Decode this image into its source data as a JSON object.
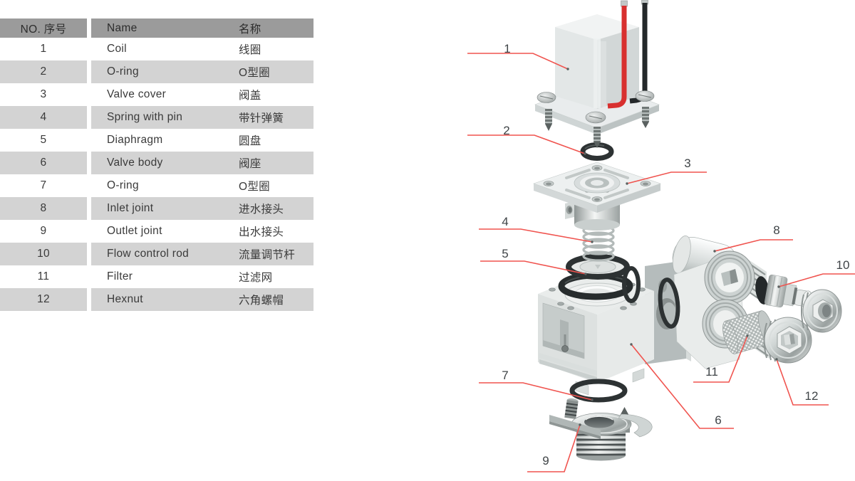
{
  "table": {
    "headers": {
      "no": "NO. 序号",
      "name": "Name",
      "cn": "名称"
    },
    "rows": [
      {
        "no": "1",
        "name": "Coil",
        "cn": "线圈"
      },
      {
        "no": "2",
        "name": "O-ring",
        "cn": "O型圈"
      },
      {
        "no": "3",
        "name": "Valve cover",
        "cn": "阀盖"
      },
      {
        "no": "4",
        "name": "Spring with pin",
        "cn": "带针弹簧"
      },
      {
        "no": "5",
        "name": "Diaphragm",
        "cn": "圆盘"
      },
      {
        "no": "6",
        "name": "Valve body",
        "cn": "阀座"
      },
      {
        "no": "7",
        "name": "O-ring",
        "cn": "O型圈"
      },
      {
        "no": "8",
        "name": "Inlet joint",
        "cn": "进水接头"
      },
      {
        "no": "9",
        "name": "Outlet joint",
        "cn": "出水接头"
      },
      {
        "no": "10",
        "name": "Flow control rod",
        "cn": "流量调节杆"
      },
      {
        "no": "11",
        "name": "Filter",
        "cn": "过滤网"
      },
      {
        "no": "12",
        "name": "Hexnut",
        "cn": "六角螺帽"
      }
    ]
  },
  "diagram": {
    "callouts": [
      "1",
      "2",
      "3",
      "4",
      "5",
      "6",
      "7",
      "8",
      "9",
      "10",
      "11",
      "12"
    ],
    "colors": {
      "leader_line": "#f0544f",
      "callout_text": "#3f4447",
      "rubber_ring": "#2d3233",
      "wire_red": "#d8302f",
      "wire_black": "#24282a",
      "table_header_bg": "#9b9b9b",
      "table_alt_row_bg": "#d3d3d3"
    }
  }
}
